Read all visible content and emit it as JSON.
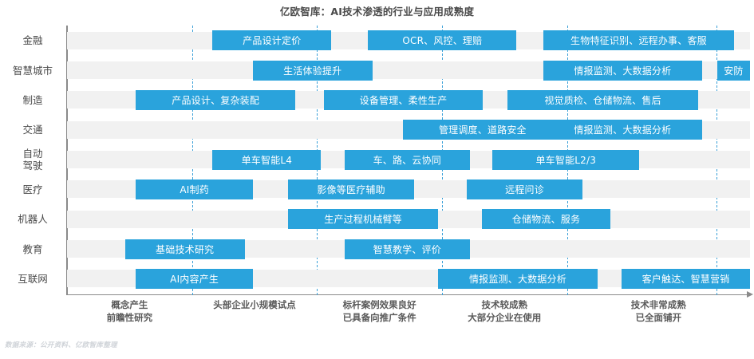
{
  "title": "亿欧智库：AI技术渗透的行业与应用成熟度",
  "footer": "数据来源：公开资料、亿欧智库整理",
  "colors": {
    "box": "#2AA3DC",
    "band": "#f1f1f1",
    "gridline": "#3aa0d8",
    "axis": "#8a8a8a",
    "title_text": "#4a4a4a"
  },
  "chart_data": {
    "type": "bar",
    "title": "亿欧智库：AI技术渗透的行业与应用成熟度",
    "xlabel": "",
    "ylabel": "",
    "grid": true,
    "legend": "none",
    "x_stage_labels": [
      "概念产生\n前瞻性研究",
      "头部企业小规模试点",
      "标杆案例效果良好\n已具备向推广条件",
      "技术较成熟\n大部分企业在使用",
      "技术非常成熟\n已全面铺开"
    ],
    "categories": [
      "金融",
      "智慧城市",
      "制造",
      "交通",
      "自动驾驶",
      "医疗",
      "机器人",
      "教育",
      "互联网"
    ],
    "rows": [
      {
        "label": "金融",
        "items": [
          {
            "text": "产品设计定价",
            "start": 0.213,
            "end": 0.387
          },
          {
            "text": "OCR、风控、理赔",
            "start": 0.441,
            "end": 0.658
          },
          {
            "text": "生物特征识别、远程办事、客服",
            "start": 0.697,
            "end": 0.977
          }
        ]
      },
      {
        "label": "智慧城市",
        "items": [
          {
            "text": "生活体验提升",
            "start": 0.272,
            "end": 0.447
          },
          {
            "text": "情报监测、大数据分析",
            "start": 0.697,
            "end": 0.93
          },
          {
            "text": "安防",
            "start": 0.952,
            "end": 1.0
          }
        ]
      },
      {
        "label": "制造",
        "items": [
          {
            "text": "产品设计、复杂装配",
            "start": 0.101,
            "end": 0.334
          },
          {
            "text": "设备管理、柔性生产",
            "start": 0.376,
            "end": 0.609
          },
          {
            "text": "视觉质检、仓储物流、售后",
            "start": 0.645,
            "end": 0.924
          }
        ]
      },
      {
        "label": "交通",
        "items": [
          {
            "text": "管理调度、道路安全",
            "start": 0.492,
            "end": 0.725
          },
          {
            "text": "情报监测、大数据分析",
            "start": 0.697,
            "end": 0.93
          }
        ]
      },
      {
        "label": "自动驾驶",
        "items": [
          {
            "text": "单车智能L4",
            "start": 0.213,
            "end": 0.372
          },
          {
            "text": "车、路、云协同",
            "start": 0.406,
            "end": 0.59
          },
          {
            "text": "单车智能L2/3",
            "start": 0.623,
            "end": 0.838
          }
        ]
      },
      {
        "label": "医疗",
        "items": [
          {
            "text": "AI制药",
            "start": 0.101,
            "end": 0.272
          },
          {
            "text": "影像等医疗辅助",
            "start": 0.324,
            "end": 0.508
          },
          {
            "text": "远程问诊",
            "start": 0.585,
            "end": 0.755
          }
        ]
      },
      {
        "label": "机器人",
        "items": [
          {
            "text": "生产过程机械臂等",
            "start": 0.324,
            "end": 0.543
          },
          {
            "text": "仓储物流、服务",
            "start": 0.608,
            "end": 0.795
          }
        ]
      },
      {
        "label": "教育",
        "items": [
          {
            "text": "基础技术研究",
            "start": 0.085,
            "end": 0.26
          },
          {
            "text": "智慧教学、评价",
            "start": 0.406,
            "end": 0.59
          },
          {
            "text": "",
            "start": 0,
            "end": 0
          }
        ]
      },
      {
        "label": "互联网",
        "items": [
          {
            "text": "AI内容产生",
            "start": 0.101,
            "end": 0.272
          },
          {
            "text": "情报监测、大数据分析",
            "start": 0.543,
            "end": 0.777
          },
          {
            "text": "客户触达、智慧营销",
            "start": 0.812,
            "end": 1.0
          }
        ]
      }
    ]
  }
}
